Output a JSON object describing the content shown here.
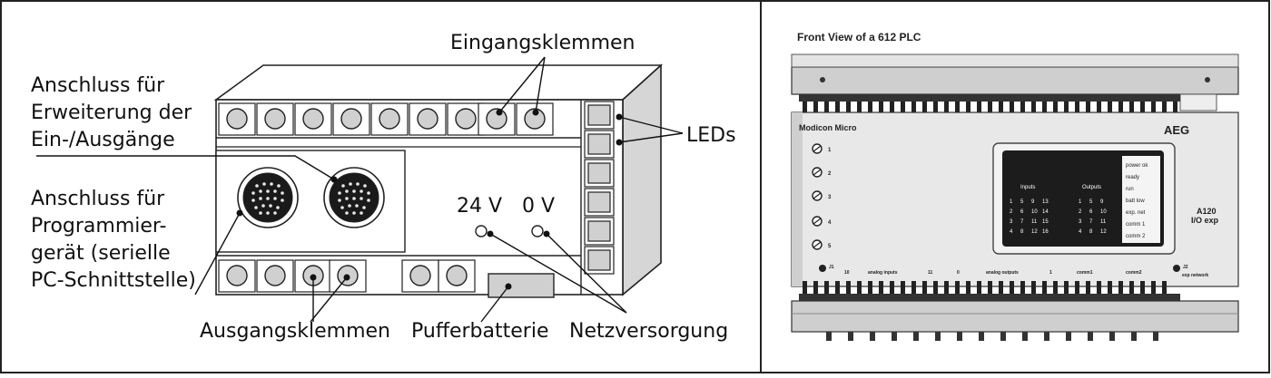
{
  "left_diagram": {
    "labels": {
      "eingang": "Eingangsklemmen",
      "erweiterung_l1": "Anschluss für",
      "erweiterung_l2": "Erweiterung der",
      "erweiterung_l3": "Ein-/Ausgänge",
      "leds": "LEDs",
      "prog_l1": "Anschluss für",
      "prog_l2": "Programmier-",
      "prog_l3": "gerät (serielle",
      "prog_l4": "PC-Schnittstelle)",
      "v24": "24 V",
      "v0": "0 V",
      "ausgang": "Ausgangsklemmen",
      "puffer": "Pufferbatterie",
      "netz": "Netzversorgung"
    }
  },
  "right_photo": {
    "title": "Front View of a 612 PLC",
    "brand": "Modicon Micro",
    "maker": "AEG",
    "model_l1": "A120",
    "model_l2": "I/O  exp",
    "inputs_header": "Inputs",
    "outputs_header": "Outputs",
    "input_grid": [
      [
        "1",
        "5",
        "9",
        "13"
      ],
      [
        "2",
        "6",
        "10",
        "14"
      ],
      [
        "3",
        "7",
        "11",
        "15"
      ],
      [
        "4",
        "8",
        "12",
        "16"
      ]
    ],
    "output_grid": [
      [
        "1",
        "5",
        "9"
      ],
      [
        "2",
        "6",
        "10"
      ],
      [
        "3",
        "7",
        "11"
      ],
      [
        "4",
        "8",
        "12"
      ]
    ],
    "status_leds": [
      "power ok",
      "ready",
      "run",
      "batt low",
      "exp. net",
      "comm 1",
      "comm 2"
    ],
    "terminal_numbers": [
      "1",
      "2",
      "3",
      "4",
      "5"
    ],
    "bottom_bar": {
      "j1": "J1",
      "analog_inputs": "analog inputs",
      "in_low": "10",
      "in_high": "11",
      "out_low": "0",
      "analog_outputs": "analog outputs",
      "out_high": "1",
      "comm1": "comm1",
      "comm2": "comm2",
      "j2": "J2",
      "exp_network": "exp network"
    }
  }
}
